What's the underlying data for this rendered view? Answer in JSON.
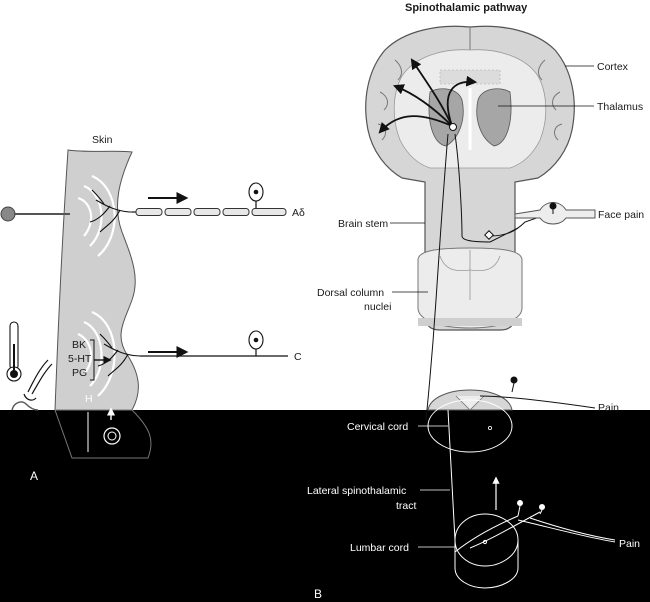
{
  "panel_a": {
    "label": "A",
    "skin_label": "Skin",
    "fiber_fast": "Aδ",
    "fiber_slow": "C",
    "mediators": [
      "BK",
      "5-HT",
      "PG"
    ],
    "h_label": "H"
  },
  "panel_b": {
    "label": "B",
    "title": "Spinothalamic pathway",
    "cortex": "Cortex",
    "thalamus": "Thalamus",
    "brain_stem": "Brain stem",
    "face_pain": "Face pain",
    "dorsal_column_nuclei_1": "Dorsal column",
    "dorsal_column_nuclei_2": "nuclei",
    "pain_upper": "Pain",
    "cervical_cord": "Cervical cord",
    "lateral_tract_1": "Lateral spinothalamic",
    "lateral_tract_2": "tract",
    "lumbar_cord": "Lumbar cord",
    "pain_lower": "Pain"
  },
  "colors": {
    "background": "#ffffff",
    "lower_band": "#000000",
    "skin_fill": "#cfcfcf",
    "brain_fill": "#d6d6d6",
    "thalamus_fill": "#a6a6a6",
    "stem_fill": "#ededed"
  }
}
